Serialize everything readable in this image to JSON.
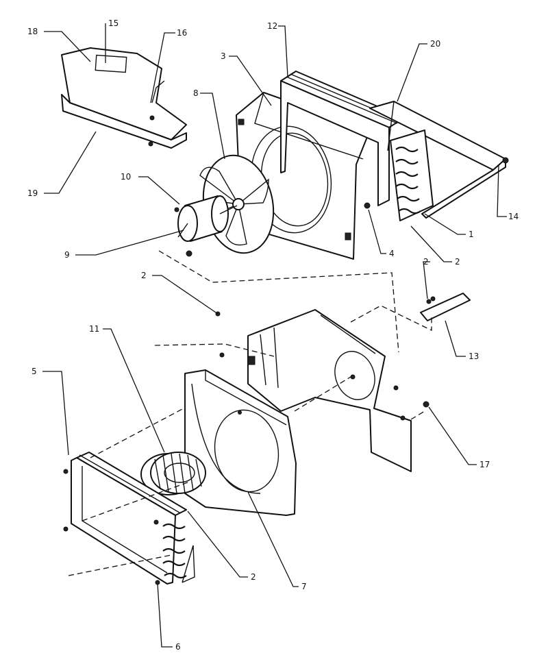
{
  "callouts": [
    {
      "id": "c18",
      "text": "18"
    },
    {
      "id": "c15",
      "text": "15"
    },
    {
      "id": "c16",
      "text": "16"
    },
    {
      "id": "c19",
      "text": "19"
    },
    {
      "id": "c8",
      "text": "8"
    },
    {
      "id": "c3",
      "text": "3"
    },
    {
      "id": "c12",
      "text": "12"
    },
    {
      "id": "c20",
      "text": "20"
    },
    {
      "id": "c14",
      "text": "14"
    },
    {
      "id": "c1",
      "text": "1"
    },
    {
      "id": "c2a",
      "text": "2"
    },
    {
      "id": "c4",
      "text": "4"
    },
    {
      "id": "c10",
      "text": "10"
    },
    {
      "id": "c9",
      "text": "9"
    },
    {
      "id": "c2b",
      "text": "2"
    },
    {
      "id": "c2c",
      "text": "2"
    },
    {
      "id": "c13",
      "text": "13"
    },
    {
      "id": "c11",
      "text": "11"
    },
    {
      "id": "c5",
      "text": "5"
    },
    {
      "id": "c17",
      "text": "17"
    },
    {
      "id": "c2d",
      "text": "2"
    },
    {
      "id": "c7",
      "text": "7"
    },
    {
      "id": "c6",
      "text": "6"
    }
  ],
  "colors": {
    "ink": "#111111",
    "paper": "#ffffff"
  }
}
